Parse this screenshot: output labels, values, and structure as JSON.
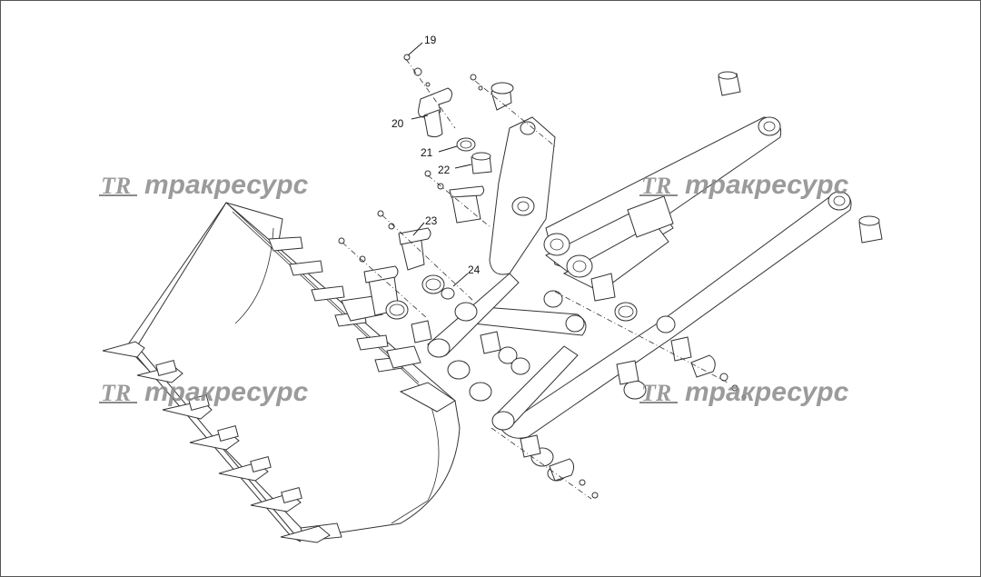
{
  "watermark": {
    "brand": "тракресурс",
    "logo": "TR"
  },
  "callouts": [
    {
      "id": "c19",
      "label": "19"
    },
    {
      "id": "c20",
      "label": "20"
    },
    {
      "id": "c21",
      "label": "21"
    },
    {
      "id": "c22",
      "label": "22"
    },
    {
      "id": "c23",
      "label": "23"
    },
    {
      "id": "c24",
      "label": "24"
    }
  ],
  "colors": {
    "line": "#333333",
    "watermark": "#8a8a8a",
    "background": "#ffffff"
  }
}
